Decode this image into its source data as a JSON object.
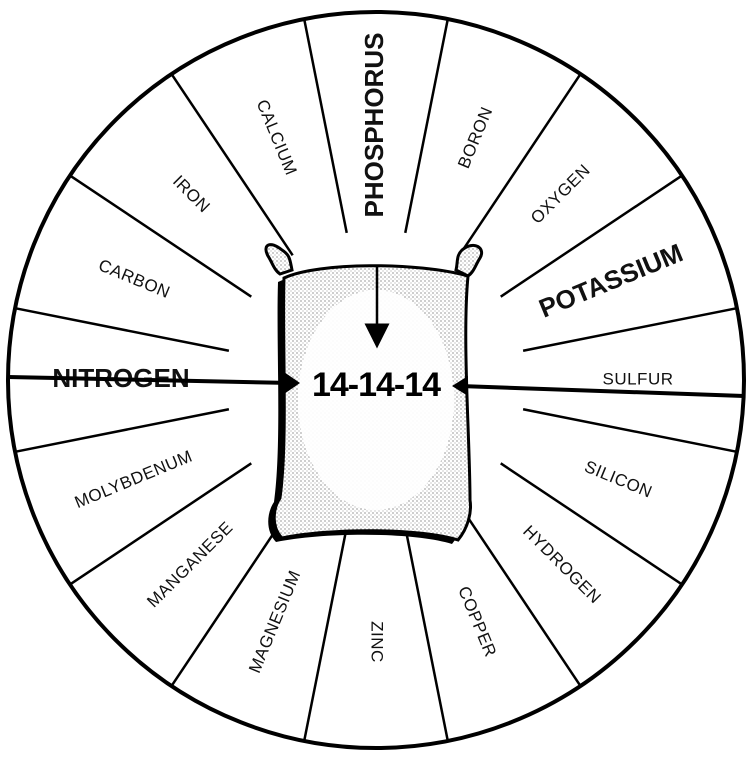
{
  "center_label": "14-14-14",
  "segments": [
    {
      "label": "PHOSPHORUS",
      "major": true
    },
    {
      "label": "BORON",
      "major": false
    },
    {
      "label": "OXYGEN",
      "major": false
    },
    {
      "label": "POTASSIUM",
      "major": true
    },
    {
      "label": "SULFUR",
      "major": false
    },
    {
      "label": "SILICON",
      "major": false
    },
    {
      "label": "HYDROGEN",
      "major": false
    },
    {
      "label": "COPPER",
      "major": false
    },
    {
      "label": "ZINC",
      "major": false
    },
    {
      "label": "MAGNESIUM",
      "major": false
    },
    {
      "label": "MANGANESE",
      "major": false
    },
    {
      "label": "MOLYBDENUM",
      "major": false
    },
    {
      "label": "NITROGEN",
      "major": true
    },
    {
      "label": "CARBON",
      "major": false
    },
    {
      "label": "IRON",
      "major": false
    },
    {
      "label": "CALCIUM",
      "major": false
    }
  ]
}
